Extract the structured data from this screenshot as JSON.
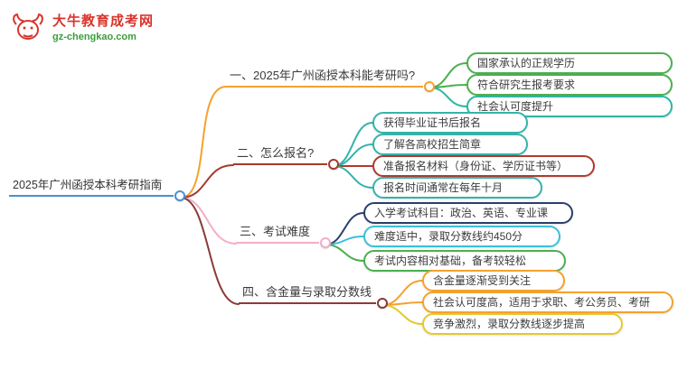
{
  "logo": {
    "brand": "大牛教育成考网",
    "domain": "gz-chengkao.com",
    "brand_color": "#d9342b",
    "domain_color": "#3a9e3a"
  },
  "root": {
    "label": "2025年广州函授本科考研指南",
    "color": "#4a90d2"
  },
  "branches": [
    {
      "label": "一、2025年广州函授本科能考研吗?",
      "color": "#f5a12e",
      "children": [
        {
          "label": "国家承认的正规学历",
          "color": "#4caf50"
        },
        {
          "label": "符合研究生报考要求",
          "color": "#4caf50"
        },
        {
          "label": "社会认可度提升",
          "color": "#2fb5a3"
        }
      ]
    },
    {
      "label": "二、怎么报名?",
      "color": "#a33b2b",
      "children": [
        {
          "label": "获得毕业证书后报名",
          "color": "#35b3ab"
        },
        {
          "label": "了解各高校招生简章",
          "color": "#35b3ab"
        },
        {
          "label": "准备报名材料（身份证、学历证书等）",
          "color": "#b03a2e"
        },
        {
          "label": "报名时间通常在每年十月",
          "color": "#35b3ab"
        }
      ]
    },
    {
      "label": "三、考试难度",
      "color": "#f3aec9",
      "children": [
        {
          "label": "入学考试科目：政治、英语、专业课",
          "color": "#2b3f6b"
        },
        {
          "label": "难度适中，录取分数线约450分",
          "color": "#3bbfdc"
        },
        {
          "label": "考试内容相对基础，备考较轻松",
          "color": "#4caf50"
        }
      ]
    },
    {
      "label": "四、含金量与录取分数线",
      "color": "#8a3b3b",
      "children": [
        {
          "label": "含金量逐渐受到关注",
          "color": "#f5a12e"
        },
        {
          "label": "社会认可度高，适用于求职、考公务员、考研",
          "color": "#f5a12e"
        },
        {
          "label": "竞争激烈，录取分数线逐步提高",
          "color": "#e3c92f"
        }
      ]
    }
  ]
}
